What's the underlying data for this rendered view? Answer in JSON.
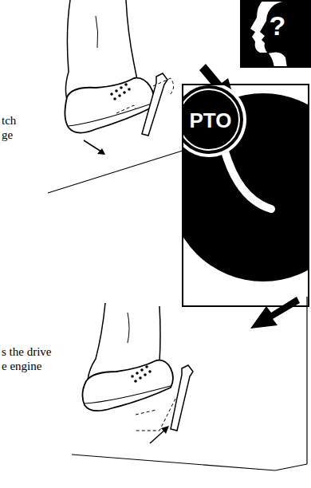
{
  "diagram": {
    "nodes": [
      {
        "text": [
          "?"
        ]
      },
      {
        "text": [
          "PTO"
        ]
      }
    ],
    "labels": [
      "tch",
      "ge",
      "s the drive",
      "e engine"
    ]
  }
}
